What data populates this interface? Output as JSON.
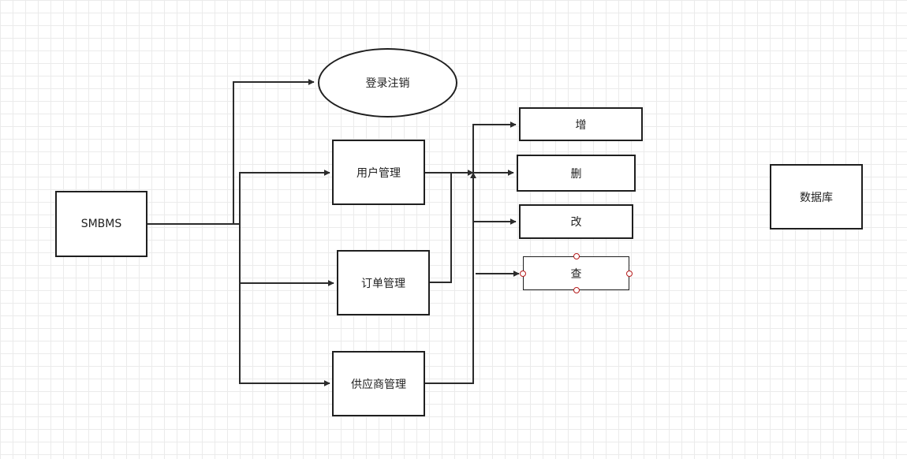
{
  "diagram": {
    "nodes": {
      "smbms": "SMBMS",
      "login": "登录注销",
      "user_mgmt": "用户管理",
      "order_mgmt": "订单管理",
      "supplier_mgmt": "供应商管理",
      "add": "增",
      "delete": "删",
      "update": "改",
      "query": "查",
      "database": "数据库"
    }
  },
  "colors": {
    "line": "#2b2b2b",
    "border": "#1f1f1f",
    "selection_handle": "#b71c1c",
    "grid": "#ebebeb"
  }
}
